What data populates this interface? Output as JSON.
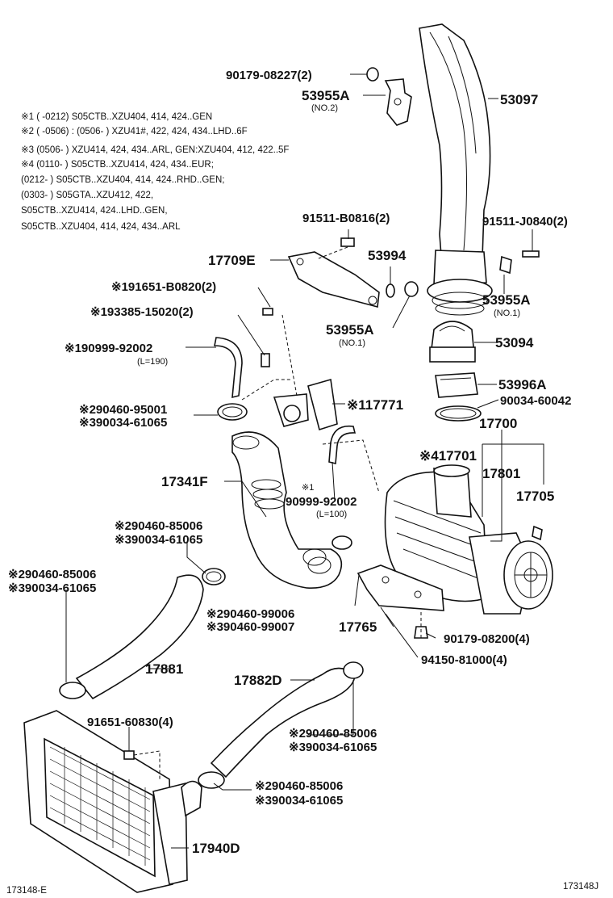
{
  "notes": [
    "※1 (      -0212) S05CTB..XZU404, 414, 424..GEN",
    "※2 (      -0506) : (0506-      ) XZU41#, 422, 424, 434..LHD..6F",
    "※3 (0506-      ) XZU414, 424, 434..ARL, GEN:XZU404, 412, 422..5F",
    "※4 (0110-      ) S05CTB..XZU414, 424, 434..EUR;",
    "(0212-      ) S05CTB..XZU404, 414, 424..RHD..GEN;",
    "(0303-      ) S05GTA..XZU412, 422,",
    "S05CTB..XZU414, 424..LHD..GEN,",
    "S05CTB..XZU404, 414, 424, 434..ARL"
  ],
  "labels": {
    "p90179_08227": "90179-08227(2)",
    "p53955A_top": "53955A",
    "p53955A_top_sub": "(NO.2)",
    "p53097": "53097",
    "p91511_B0816": "91511-B0816(2)",
    "p91511_J0840": "91511-J0840(2)",
    "p17709E": "17709E",
    "p53994": "53994",
    "p91651_B0820": "※191651-B0820(2)",
    "p53955A_right": "53955A",
    "p53955A_right_sub": "(NO.1)",
    "p93385_15020": "※193385-15020(2)",
    "p53955A_mid": "53955A",
    "p53955A_mid_sub": "(NO.1)",
    "p90999_92002_top": "※190999-92002",
    "p90999_92002_top_sub": "(L=190)",
    "p53094": "53094",
    "p53996A": "53996A",
    "p90034_60042": "90034-60042",
    "p90460_95001": "※290460-95001",
    "p90034_61065_a": "※390034-61065",
    "p17771": "※117771",
    "p17700": "17700",
    "p17701": "※417701",
    "p17801": "17801",
    "p17341F": "17341F",
    "p90999_92002_mid_mark": "※1",
    "p90999_92002_mid": "90999-92002",
    "p90999_92002_mid_sub": "(L=100)",
    "p17705": "17705",
    "p90460_85006_a": "※290460-85006",
    "p90034_61065_b": "※390034-61065",
    "p90460_85006_b": "※290460-85006",
    "p90034_61065_c": "※390034-61065",
    "p90460_99006": "※290460-99006",
    "p90460_99007": "※390460-99007",
    "p17765": "17765",
    "p90179_08200": "90179-08200(4)",
    "p94150_81000": "94150-81000(4)",
    "p17881": "17881",
    "p17882D": "17882D",
    "p91651_60830": "91651-60830(4)",
    "p90460_85006_c": "※290460-85006",
    "p90034_61065_d": "※390034-61065",
    "p90460_85006_d": "※290460-85006",
    "p90034_61065_e": "※390034-61065",
    "p17940D": "17940D",
    "footer_left": "173148-E",
    "footer_right": "173148J"
  }
}
